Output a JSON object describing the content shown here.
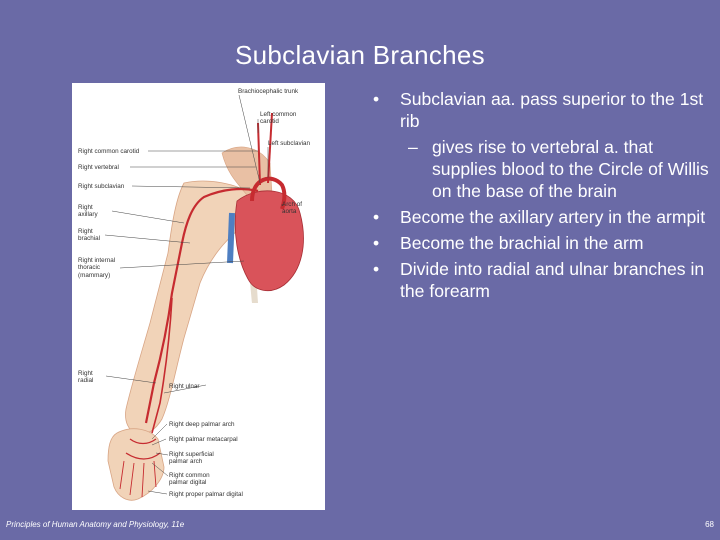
{
  "slide": {
    "title": "Subclavian Branches",
    "footer_left": "Principles of Human Anatomy and Physiology, 11e",
    "page_number": "68"
  },
  "figure_labels": {
    "brachiocephalic_trunk": "Brachiocephalic trunk",
    "left_common_carotid": "Left common carotid",
    "left_subclavian": "Left subclavian",
    "right_common_carotid": "Right common carotid",
    "right_vertebral": "Right vertebral",
    "right_subclavian": "Right subclavian",
    "right_axillary": "Right axillary",
    "arch_of_aorta": "Arch of aorta",
    "right_brachial": "Right brachial",
    "right_internal_thoracic": "Right internal thoracic (mammary)",
    "right_radial": "Right radial",
    "right_ulnar": "Right ulnar",
    "right_deep_palmar_arch": "Right deep palmar arch",
    "right_palmar_metacarpal": "Right palmar metacarpal",
    "right_superficial_palmar_arch": "Right superficial palmar arch",
    "right_common_palmar_digital": "Right common palmar digital",
    "right_proper_palmar_digital": "Right proper palmar digital"
  },
  "bullets": [
    {
      "text": "Subclavian aa. pass superior to the 1st rib",
      "sub": "gives rise to vertebral a. that supplies blood to the Circle of Willis on the base of the brain"
    },
    {
      "text": "Become the axillary artery in the armpit"
    },
    {
      "text": "Become the brachial in the arm"
    },
    {
      "text": "Divide into radial and ulnar branches in the forearm"
    }
  ],
  "glyphs": {
    "bullet": "•",
    "dash": "–"
  }
}
